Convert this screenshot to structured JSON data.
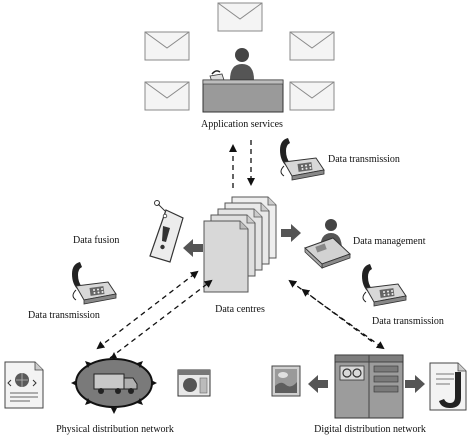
{
  "labels": {
    "application_services": "Application services",
    "data_transmission_top": "Data transmission",
    "data_fusion": "Data fusion",
    "data_management": "Data management",
    "data_centres": "Data centres",
    "data_transmission_left": "Data transmission",
    "data_transmission_right": "Data transmission",
    "physical_distribution_network": "Physical distribution network",
    "digital_distribution_network": "Digital distribution network"
  },
  "colors": {
    "ink": "#111111",
    "envelope_fill": "#f2f2f2",
    "envelope_stroke": "#8a8a8a",
    "desk_fill": "#9a9a9a",
    "oval_fill": "#7a7a7a",
    "server_fill": "#9c9c9c",
    "arrow_gray": "#5a5a5a"
  }
}
